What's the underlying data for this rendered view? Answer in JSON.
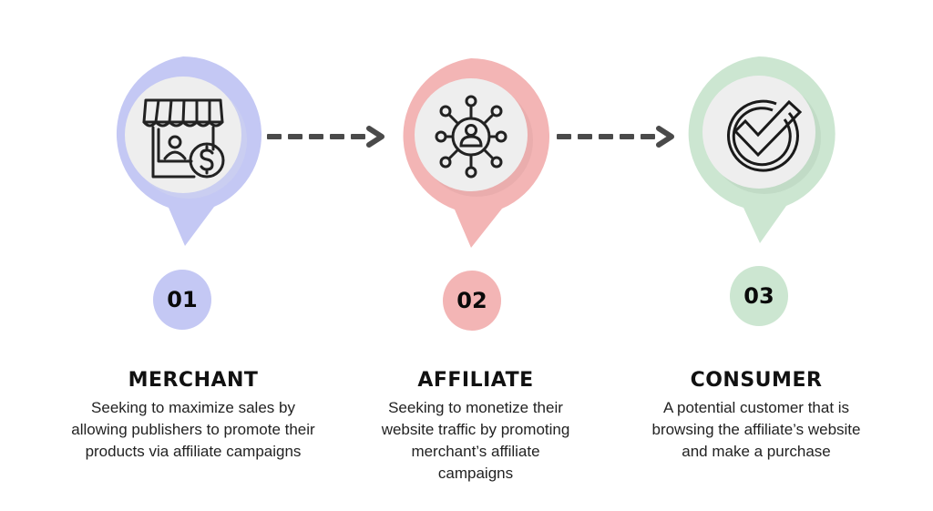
{
  "steps": [
    {
      "number": "01",
      "title": "MERCHANT",
      "description": "Seeking to maximize sales by allowing publishers to promote their products via affiliate campaigns",
      "icon": "storefront-dollar-icon",
      "color": "#c4c8f4"
    },
    {
      "number": "02",
      "title": "AFFILIATE",
      "description": "Seeking to monetize their website traffic by promoting merchant’s affiliate campaigns",
      "icon": "network-person-icon",
      "color": "#f3b5b5"
    },
    {
      "number": "03",
      "title": "CONSUMER",
      "description": "A potential customer that is browsing the affiliate’s website and make a purchase",
      "icon": "check-circle-icon",
      "color": "#cce6d1"
    }
  ],
  "colors": {
    "inner_circle": "#eeeeee",
    "arrow": "#4a4a4a",
    "icon_stroke": "#222222"
  }
}
